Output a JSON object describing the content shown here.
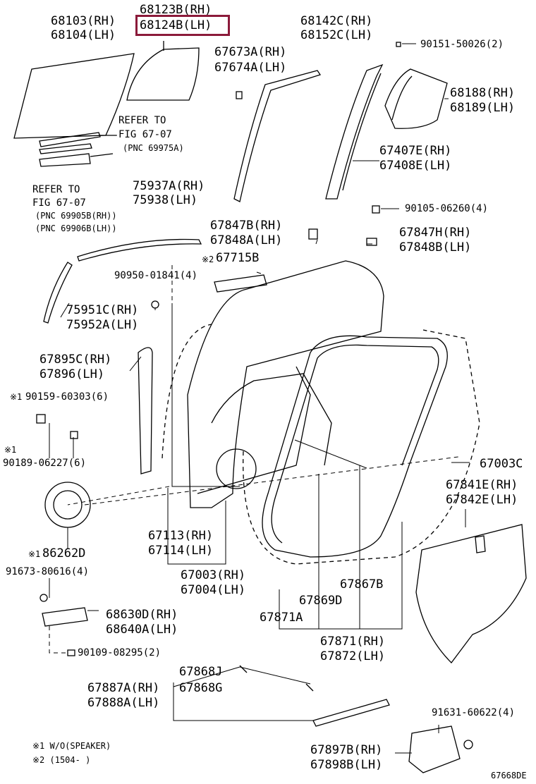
{
  "highlight_color": "#8b1a3a",
  "labels": {
    "l01": "68123B(RH)",
    "l02": "68124B(LH)",
    "l03": "68103(RH)",
    "l04": "68104(LH)",
    "l05": "68142C(RH)",
    "l06": "68152C(LH)",
    "l07": "90151-50026(2)",
    "l08": "67673A(RH)",
    "l09": "67674A(LH)",
    "l10": "68188(RH)",
    "l11": "68189(LH)",
    "l12": "REFER TO",
    "l13": "FIG 67-07",
    "l14": "(PNC 69975A)",
    "l15": "67407E(RH)",
    "l16": "67408E(LH)",
    "l17": "REFER TO",
    "l18": "FIG 67-07",
    "l19": "(PNC 69905B(RH))",
    "l20": "(PNC 69906B(LH))",
    "l21": "75937A(RH)",
    "l22": "75938(LH)",
    "l23": "90105-06260(4)",
    "l24": "67847B(RH)",
    "l25": "67848A(LH)",
    "l26": "67847H(RH)",
    "l27": "67848B(LH)",
    "l28": "※2",
    "l29": "67715B",
    "l30": "90950-01841(4)",
    "l31": "75951C(RH)",
    "l32": "75952A(LH)",
    "l33": "67895C(RH)",
    "l34": "67896(LH)",
    "l35": "※1",
    "l36": "90159-60303(6)",
    "l37": "※1",
    "l38": "90189-06227(6)",
    "l39": "67003C",
    "l40": "67841E(RH)",
    "l41": "67842E(LH)",
    "l42": "※1",
    "l43": "86262D",
    "l44": "67113(RH)",
    "l45": "67114(LH)",
    "l46": "67003(RH)",
    "l47": "67004(LH)",
    "l48": "91673-80616(4)",
    "l49": "67867B",
    "l50": "67869D",
    "l51": "68630D(RH)",
    "l52": "68640A(LH)",
    "l53": "67871A",
    "l54": "67871(RH)",
    "l55": "67872(LH)",
    "l56": "90109-08295(2)",
    "l57": "67868J",
    "l58": "67887A(RH)",
    "l59": "67868G",
    "l60": "67888A(LH)",
    "l61": "91631-60622(4)",
    "l62": "※1 W/O(SPEAKER)",
    "l63": "※2 (1504-     )",
    "l64": "67897B(RH)",
    "l65": "67898B(LH)",
    "l66": "67668DE"
  }
}
